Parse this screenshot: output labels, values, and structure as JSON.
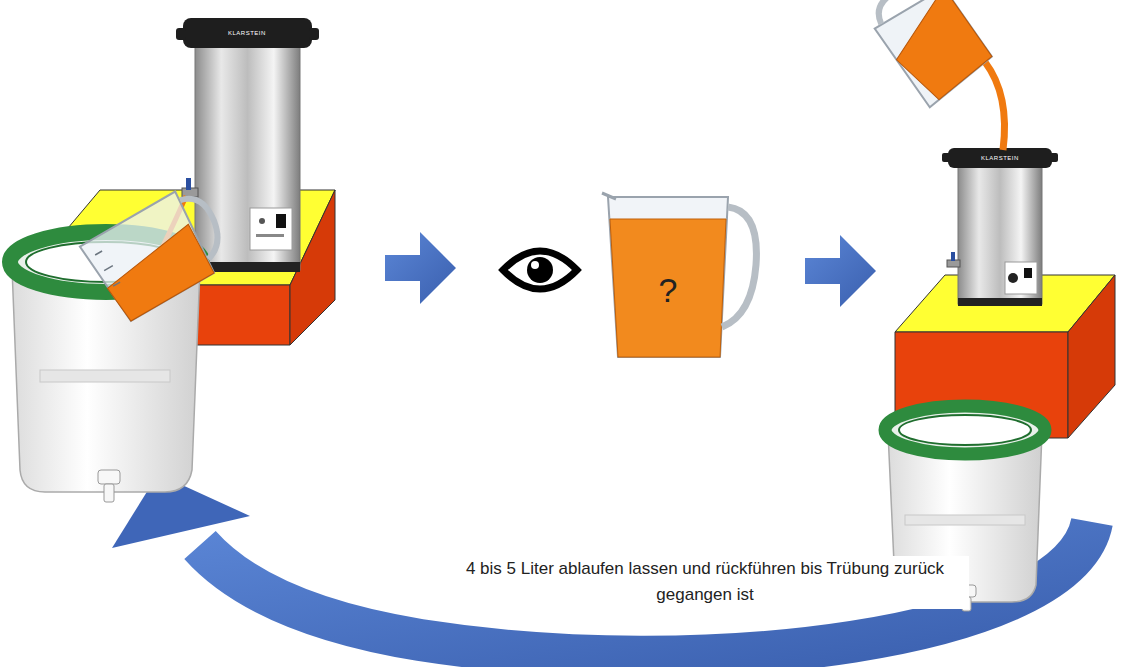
{
  "diagram": {
    "nodes": [
      {
        "text": [
          "?"
        ]
      }
    ],
    "labels": [
      "KLARSTEIN",
      "KLARSTEIN",
      "4 bis 5 Liter ablaufen lassen und rückführen bis Trübung zurück gegangen ist"
    ]
  }
}
